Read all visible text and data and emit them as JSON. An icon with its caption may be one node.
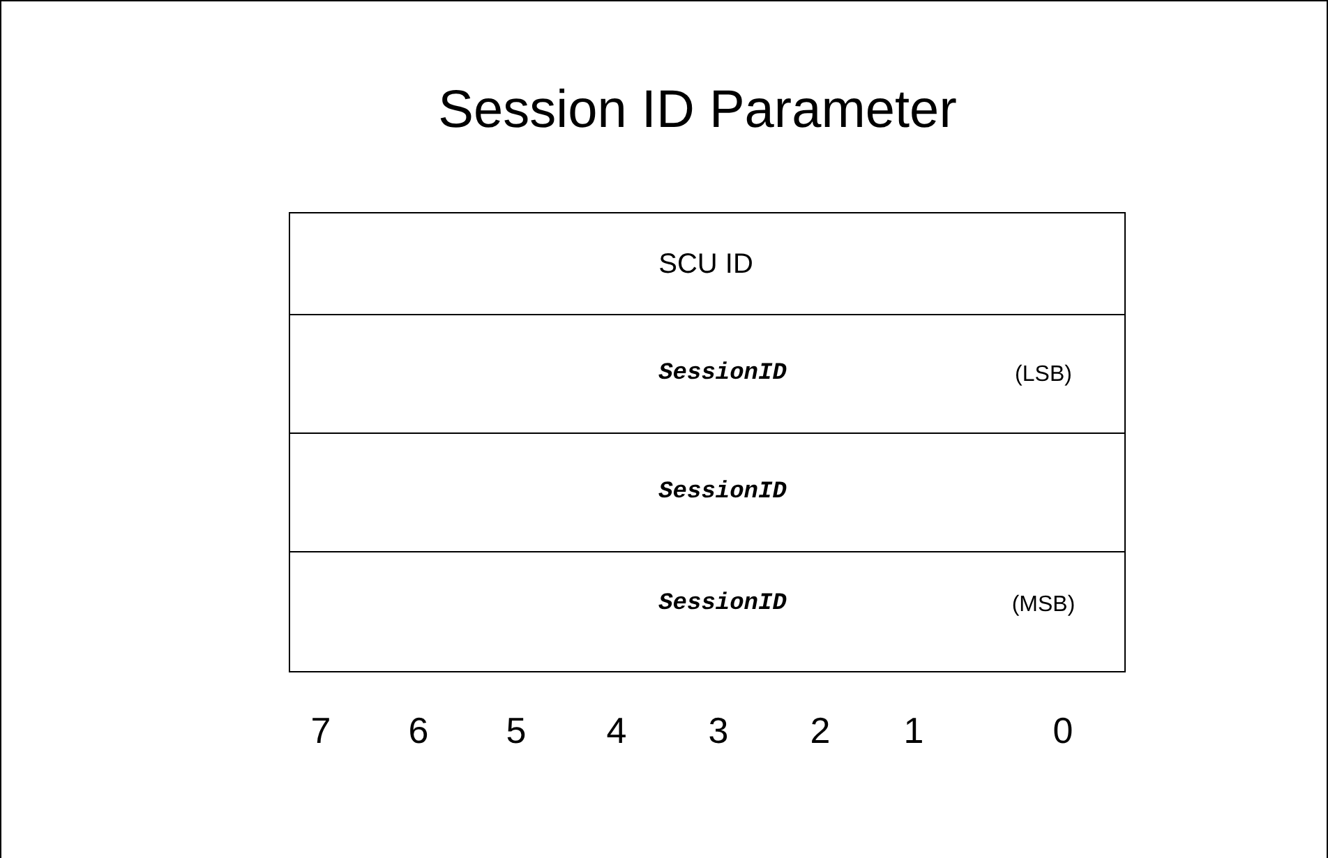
{
  "diagram": {
    "title": "Session ID Parameter",
    "labels": [
      "SCU ID",
      "SessionID",
      "(LSB)",
      "SessionID",
      "SessionID",
      "(MSB)",
      "7",
      "6",
      "5",
      "4",
      "3",
      "2",
      "1",
      "0"
    ]
  }
}
